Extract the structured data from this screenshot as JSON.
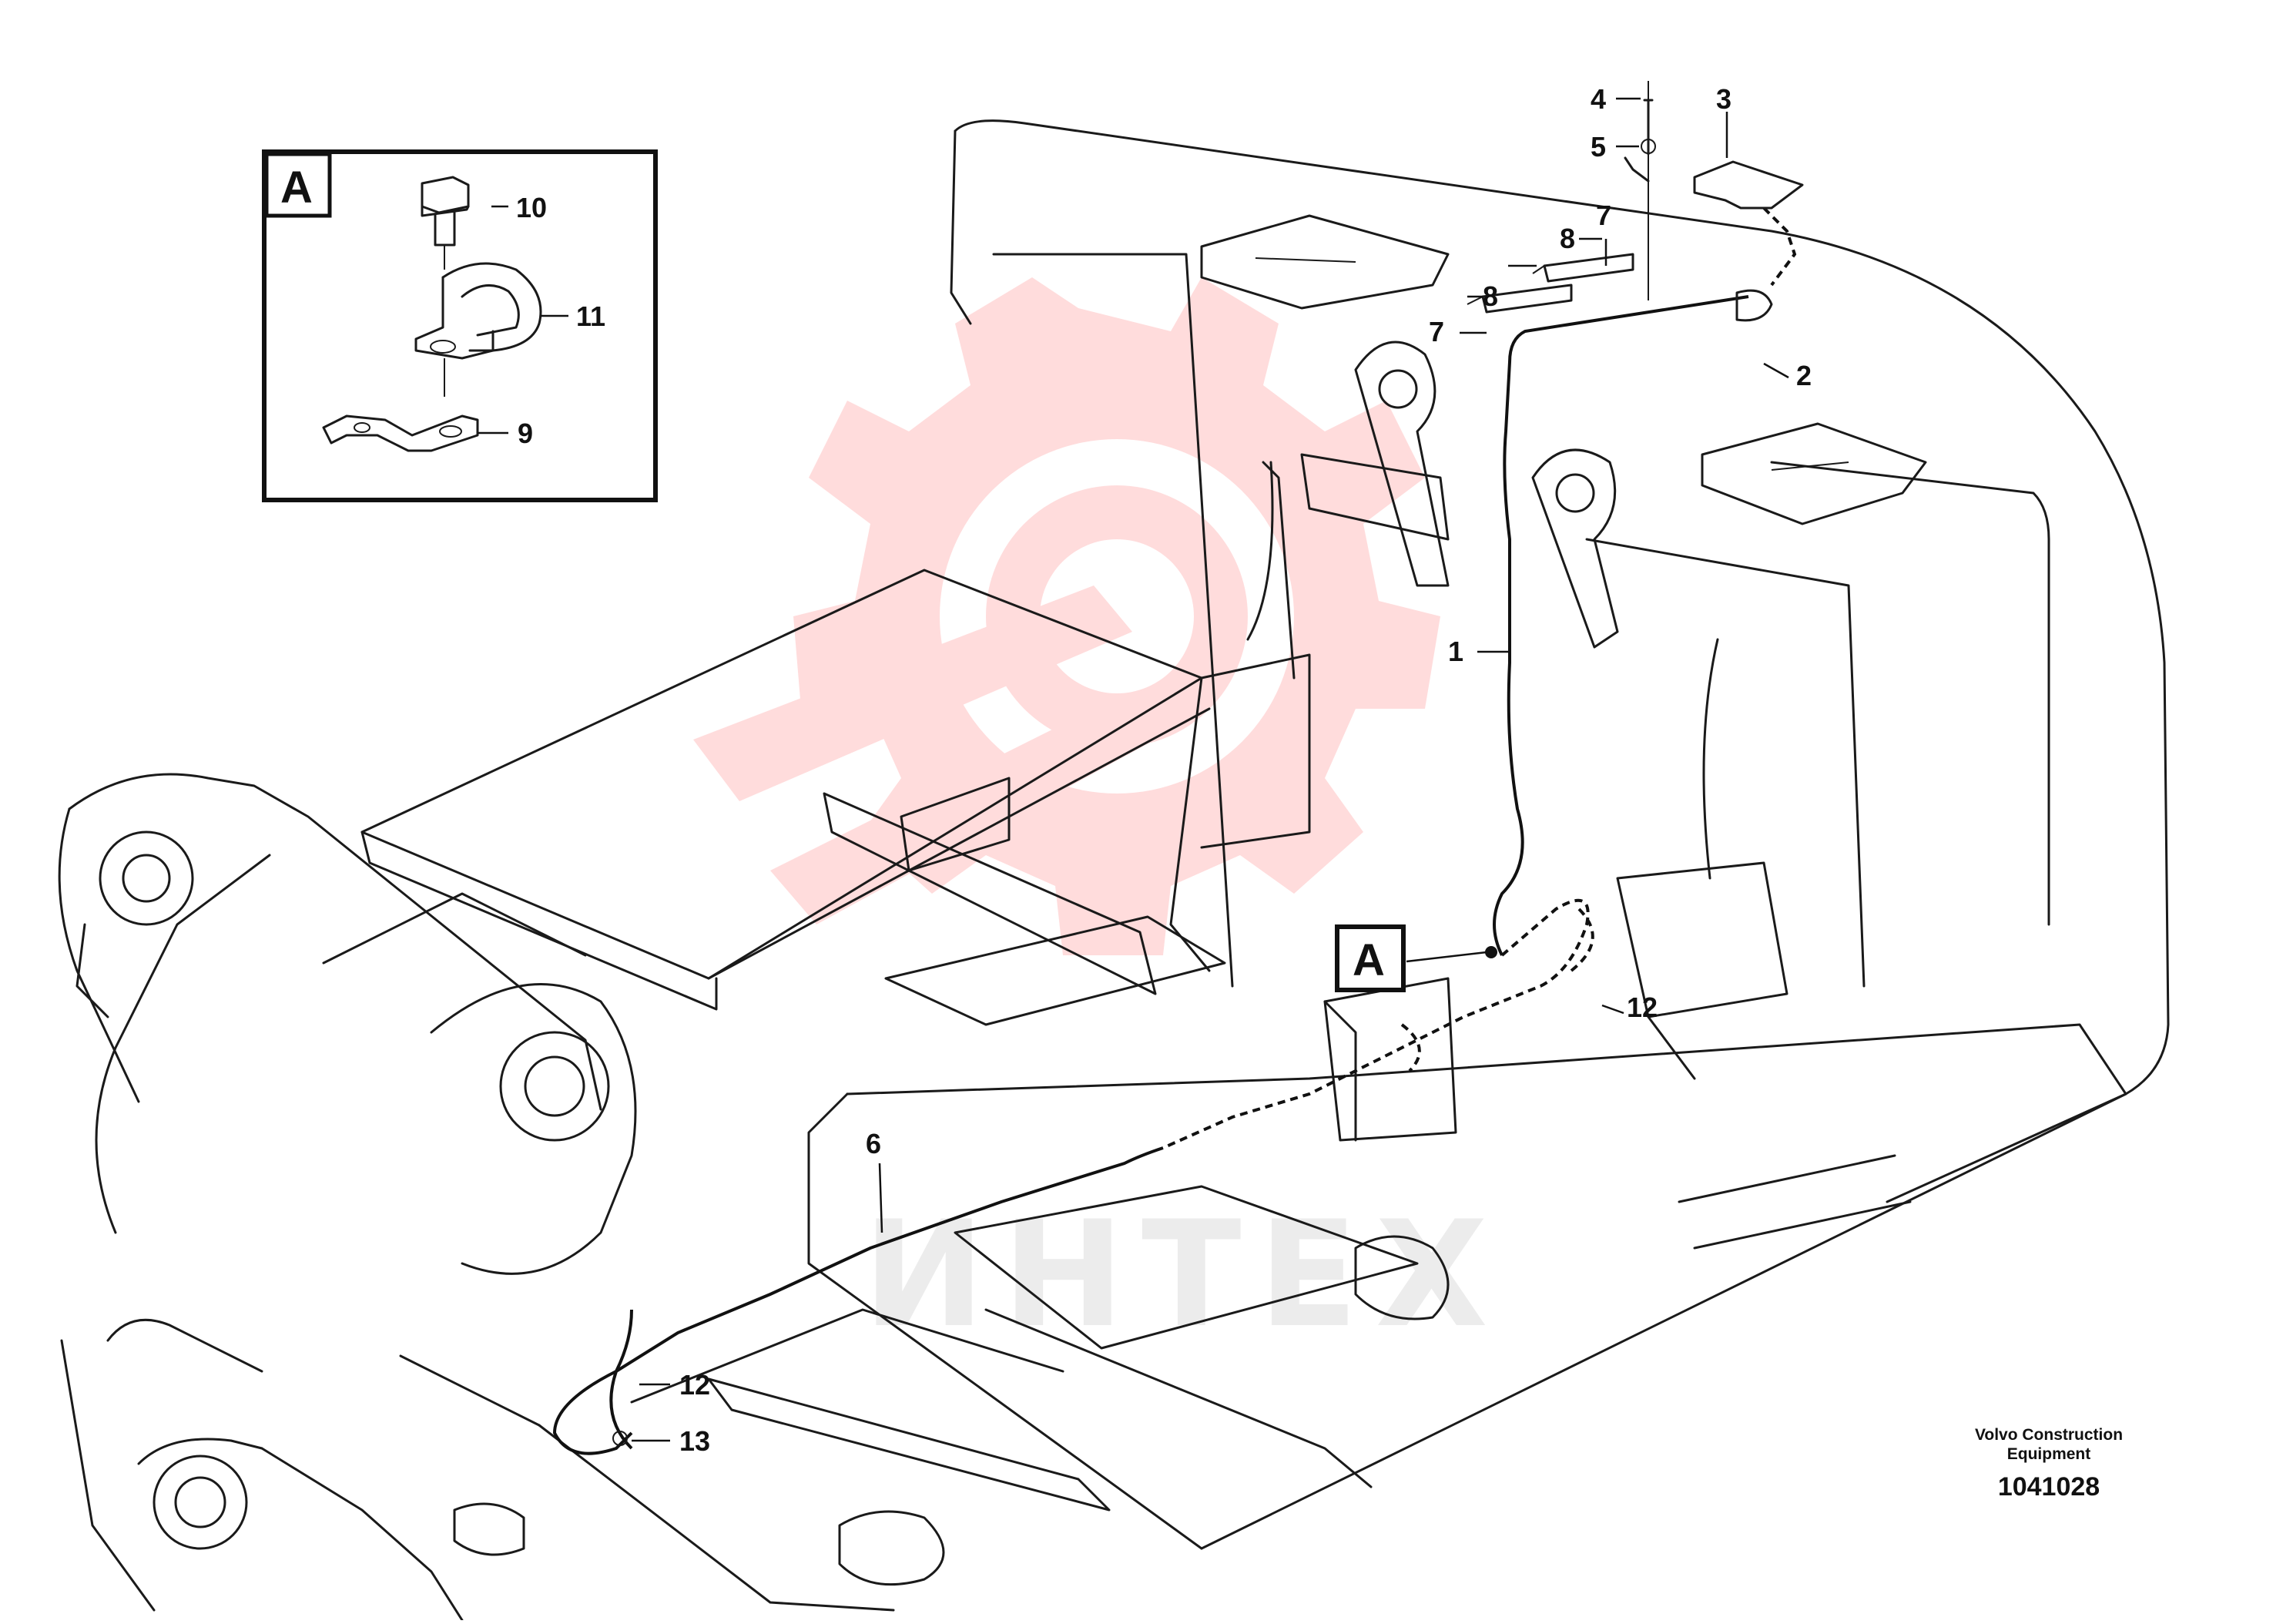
{
  "detail_view": {
    "letter": "A"
  },
  "callouts": {
    "c1": "1",
    "c2": "2",
    "c3": "3",
    "c4": "4",
    "c5": "5",
    "c6": "6",
    "c7a": "7",
    "c7b": "7",
    "c8a": "8",
    "c8b": "8",
    "c9": "9",
    "c10": "10",
    "c11": "11",
    "c12a": "12",
    "c12b": "12",
    "c13": "13"
  },
  "detail_marker": "A",
  "watermark": {
    "text": "ИНТЕХ"
  },
  "footer": {
    "brand_line1": "Volvo Construction",
    "brand_line2": "Equipment",
    "drawing_number": "1041028"
  },
  "colors": {
    "ink": "#111111",
    "watermark": "#ffd6d6"
  }
}
